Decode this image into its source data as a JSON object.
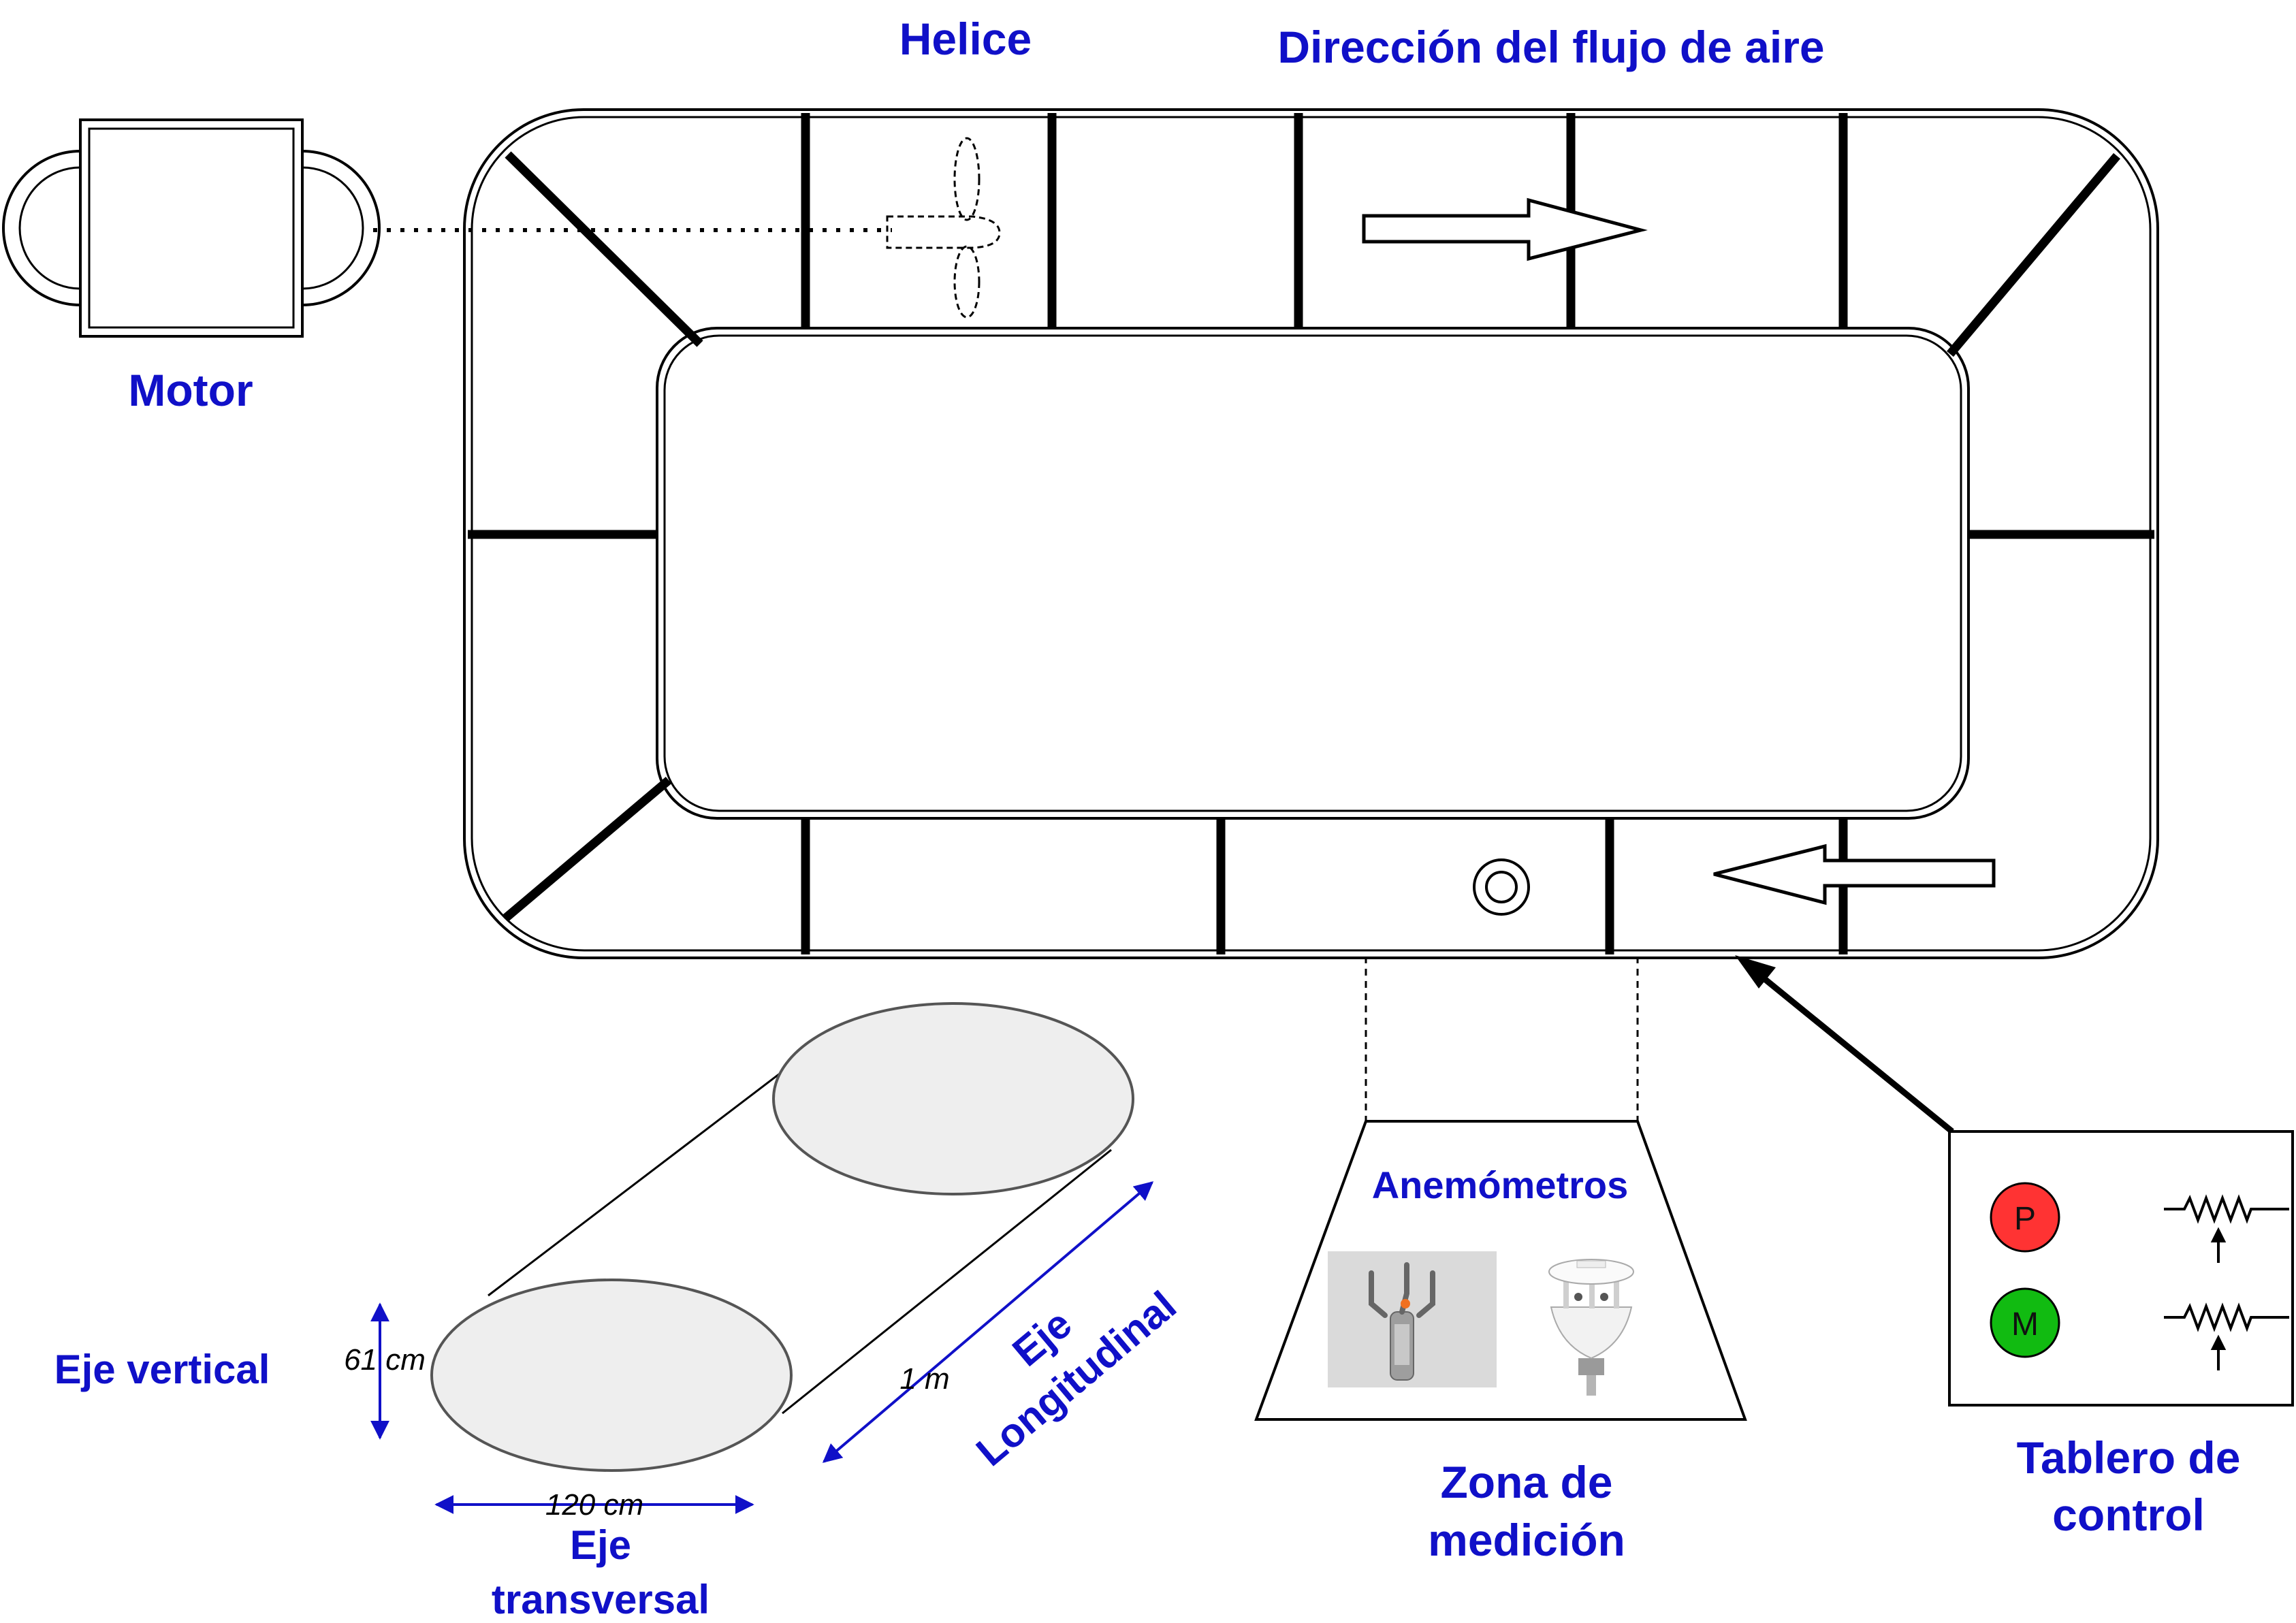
{
  "labels": {
    "motor": "Motor",
    "helice": "Helice",
    "direccion": "Dirección del flujo de aire",
    "anemometros": "Anemómetros",
    "zona_line1": "Zona de",
    "zona_line2": "medición",
    "tablero_line1": "Tablero de",
    "tablero_line2": "control",
    "eje_vertical": "Eje vertical",
    "eje_transversal_line1": "Eje",
    "eje_transversal_line2": "transversal",
    "eje_longitudinal_line1": "Eje",
    "eje_longitudinal_line2": "Longitudinal"
  },
  "dimensions": {
    "height": "61 cm",
    "width": "120 cm",
    "length": "1 m"
  },
  "control_panel": {
    "buttons": [
      {
        "letter": "P",
        "color": "#ff3333"
      },
      {
        "letter": "M",
        "color": "#11bb11"
      }
    ]
  },
  "colors": {
    "label": "#1010c8",
    "outline": "#000000",
    "ellipse_fill": "#eeeeee"
  }
}
